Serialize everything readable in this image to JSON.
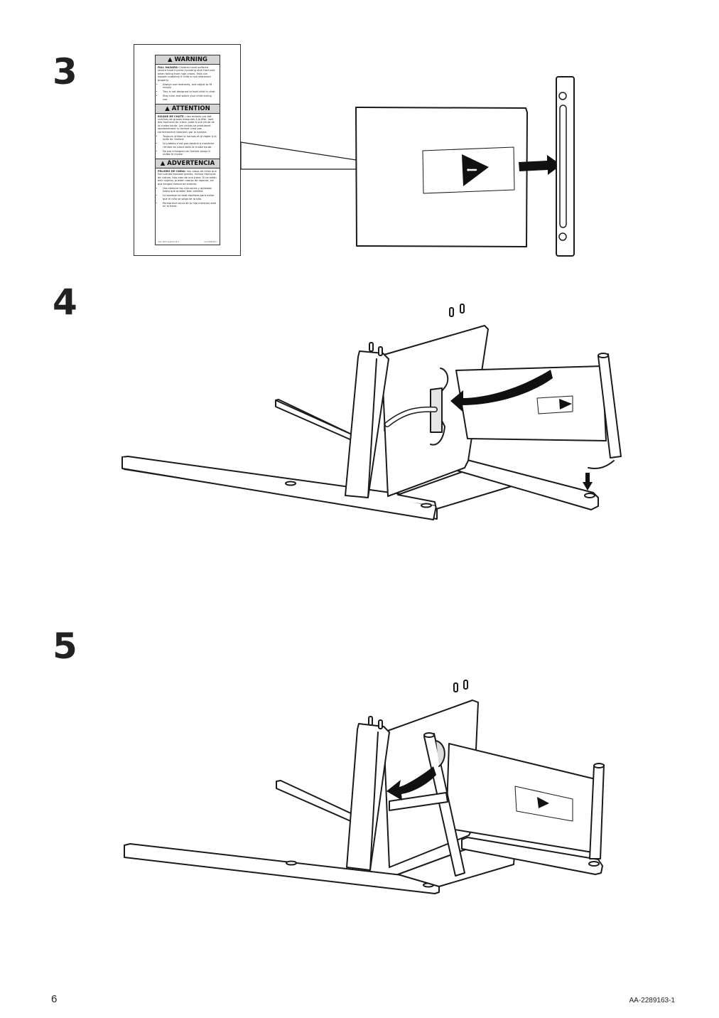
{
  "steps": {
    "s3": "3",
    "s4": "4",
    "s5": "5"
  },
  "label": {
    "warning": {
      "heading": "WARNING",
      "intro_bold": "FALL HAZARD:",
      "intro_rest": "Children have suffered severe head injuries including skull fractures when falling from high chairs. Falls can happen suddenly if child is not restrained properly.",
      "items": [
        "Always use restraints, and adjust to fit snugly.",
        "Tray is not designed to hold child in chair.",
        "Stay near and watch your child during use."
      ]
    },
    "attention": {
      "heading": "ATTENTION",
      "intro_bold": "RISQUE DE CHUTE :",
      "intro_rest": "des enfants ont été victimes de graves blessures à la tête, dont des fractures du crâne, suite à une chute de la chaise haute. Les chutes se produisent soudainement si l'enfant n'est pas correctement maintenu par le harnais.",
      "items": [
        "Toujours utiliser le harnais et le régler à la taille de l'enfant.",
        "Le plateau n'est pas destiné à maintenir l'enfant en place dans la chaise haute.",
        "Ne pas s'éloigner de l'enfant lorsqu'il utilise la chaise."
      ]
    },
    "advertencia": {
      "heading": "ADVERTENCIA",
      "intro_bold": "PELIGRO DE CAÍDA:",
      "intro_rest": "hay casos de niños que han sufrido lesiones graves, incluso fracturas de cráneo, tras caer de una trona. Si no están bien sujetos, pueden caerse de repente, sin que tengas tiempo de evitarlo.",
      "items": [
        "Usa siempre los cinturones y ajústalos hasta que queden bien ceñidos.",
        "La bandeja no está diseñada para evitar que el niño se salga de la silla.",
        "Permanece cerca de tu hijo mientras esté en la trona."
      ]
    },
    "footer_left": "Inter IKEA Systems B.V.",
    "footer_right": "AA-2289163-1"
  },
  "footer": {
    "page_number": "6",
    "doc_code": "AA-2289163-1"
  },
  "icons": [
    "warning-triangle-icon",
    "arrow-right-icon",
    "curved-arrow-icon",
    "arrow-down-icon"
  ]
}
